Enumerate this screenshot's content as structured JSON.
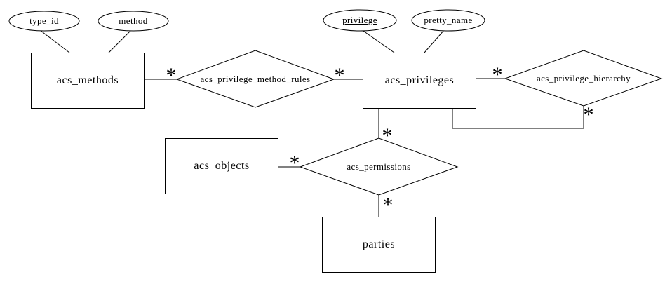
{
  "diagram": {
    "type": "entity-relationship",
    "cardinality_symbol": "*",
    "colors": {
      "line": "#000000",
      "background": "#ffffff",
      "text": "#000000"
    },
    "entities": [
      {
        "label": "acs_methods"
      },
      {
        "label": "acs_privileges"
      },
      {
        "label": "acs_objects"
      },
      {
        "label": "parties"
      }
    ],
    "attributes": [
      {
        "label": "type_id",
        "entity": "acs_methods",
        "underlined": true
      },
      {
        "label": "method",
        "entity": "acs_methods",
        "underlined": true
      },
      {
        "label": "privilege",
        "entity": "acs_privileges",
        "underlined": true
      },
      {
        "label": "pretty_name",
        "entity": "acs_privileges",
        "underlined": false
      }
    ],
    "relationships": [
      {
        "label": "acs_privilege_method_rules",
        "between": [
          "acs_methods",
          "acs_privileges"
        ],
        "cardinalities": [
          "*",
          "*"
        ]
      },
      {
        "label": "acs_privilege_hierarchy",
        "between": [
          "acs_privileges",
          "acs_privileges"
        ],
        "cardinalities": [
          "*",
          "*"
        ]
      },
      {
        "label": "acs_permissions",
        "between": [
          "acs_objects",
          "acs_privileges",
          "parties"
        ],
        "cardinalities": [
          "*",
          "*",
          "*"
        ]
      }
    ]
  }
}
